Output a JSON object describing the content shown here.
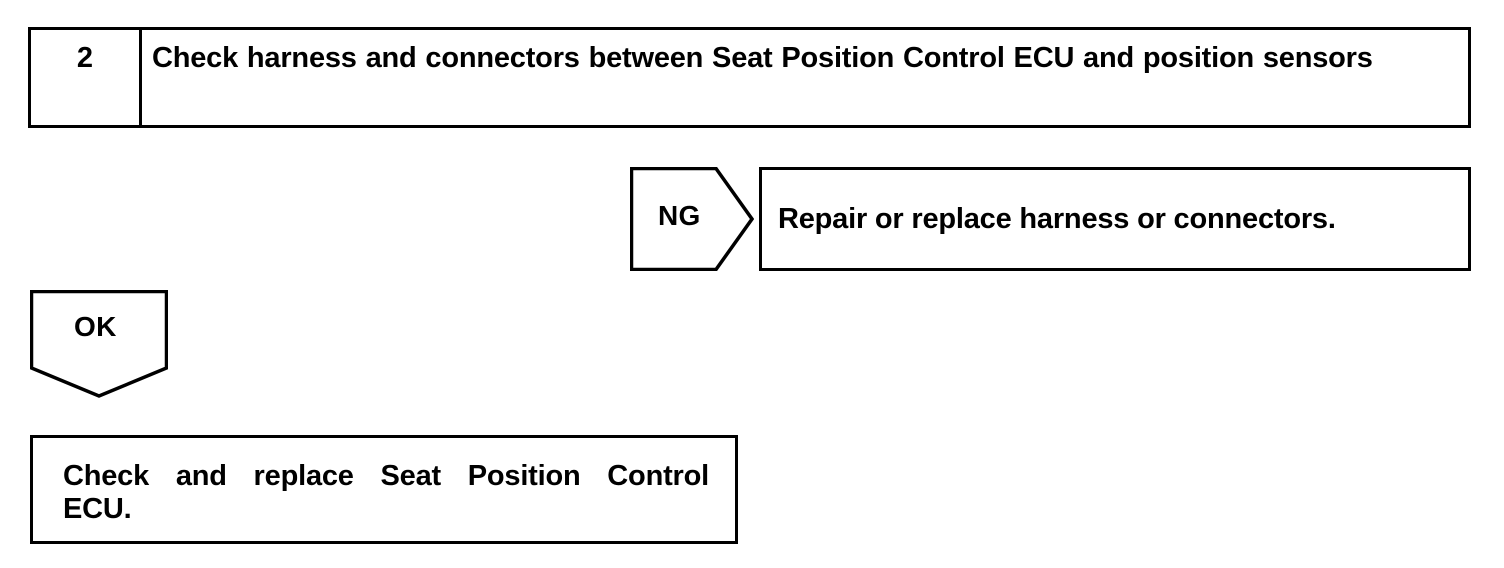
{
  "diagram": {
    "type": "troubleshooting-flowchart",
    "step": {
      "number": "2",
      "title": "Check harness and connectors between Seat Position Control ECU and position sensors"
    },
    "branches": [
      {
        "result_label": "NG",
        "direction": "right",
        "action": "Repair or replace harness or connectors."
      },
      {
        "result_label": "OK",
        "direction": "down",
        "action_line1": "Check and replace Seat Position Control",
        "action_line2": "ECU."
      }
    ],
    "colors": {
      "ink": "#000000",
      "paper": "#ffffff"
    }
  }
}
